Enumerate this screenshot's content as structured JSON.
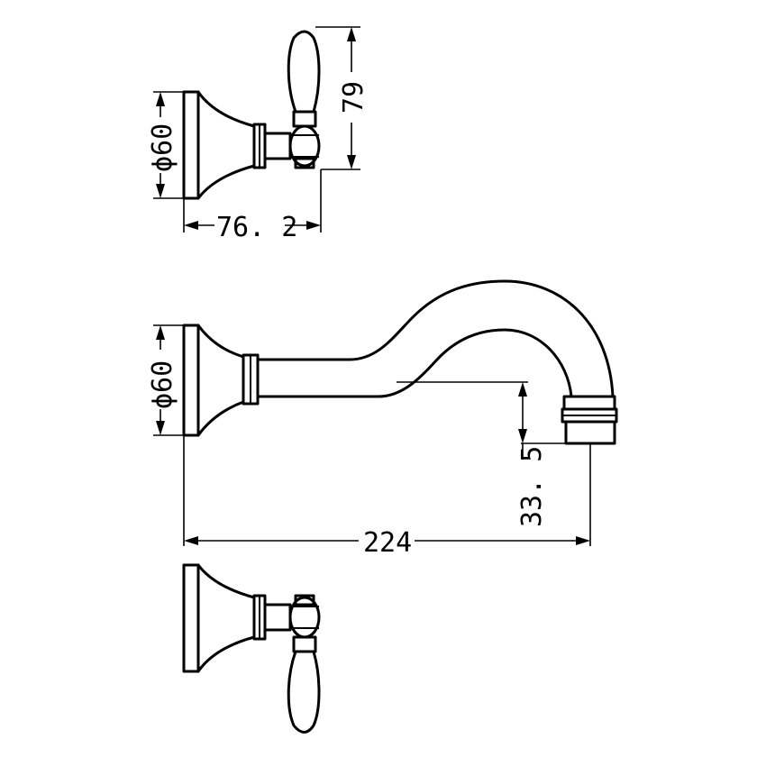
{
  "dimensions": {
    "top_diameter": "ϕ60",
    "top_height": "79",
    "top_depth": "76. 2",
    "spout_diameter": "ϕ60",
    "spout_outlet_height": "33. 5",
    "spout_reach": "224"
  }
}
